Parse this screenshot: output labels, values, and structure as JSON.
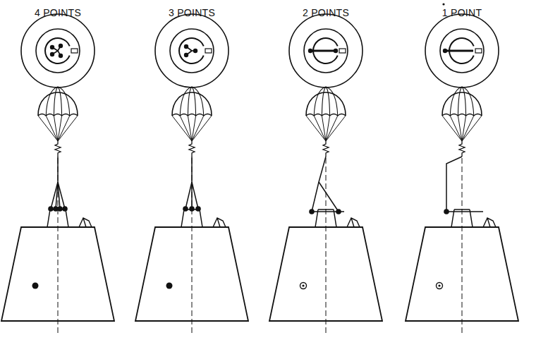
{
  "diagram": {
    "labels": [
      "4 POINTS",
      "3 POINTS",
      "2 POINTS",
      "1 POINT"
    ]
  }
}
